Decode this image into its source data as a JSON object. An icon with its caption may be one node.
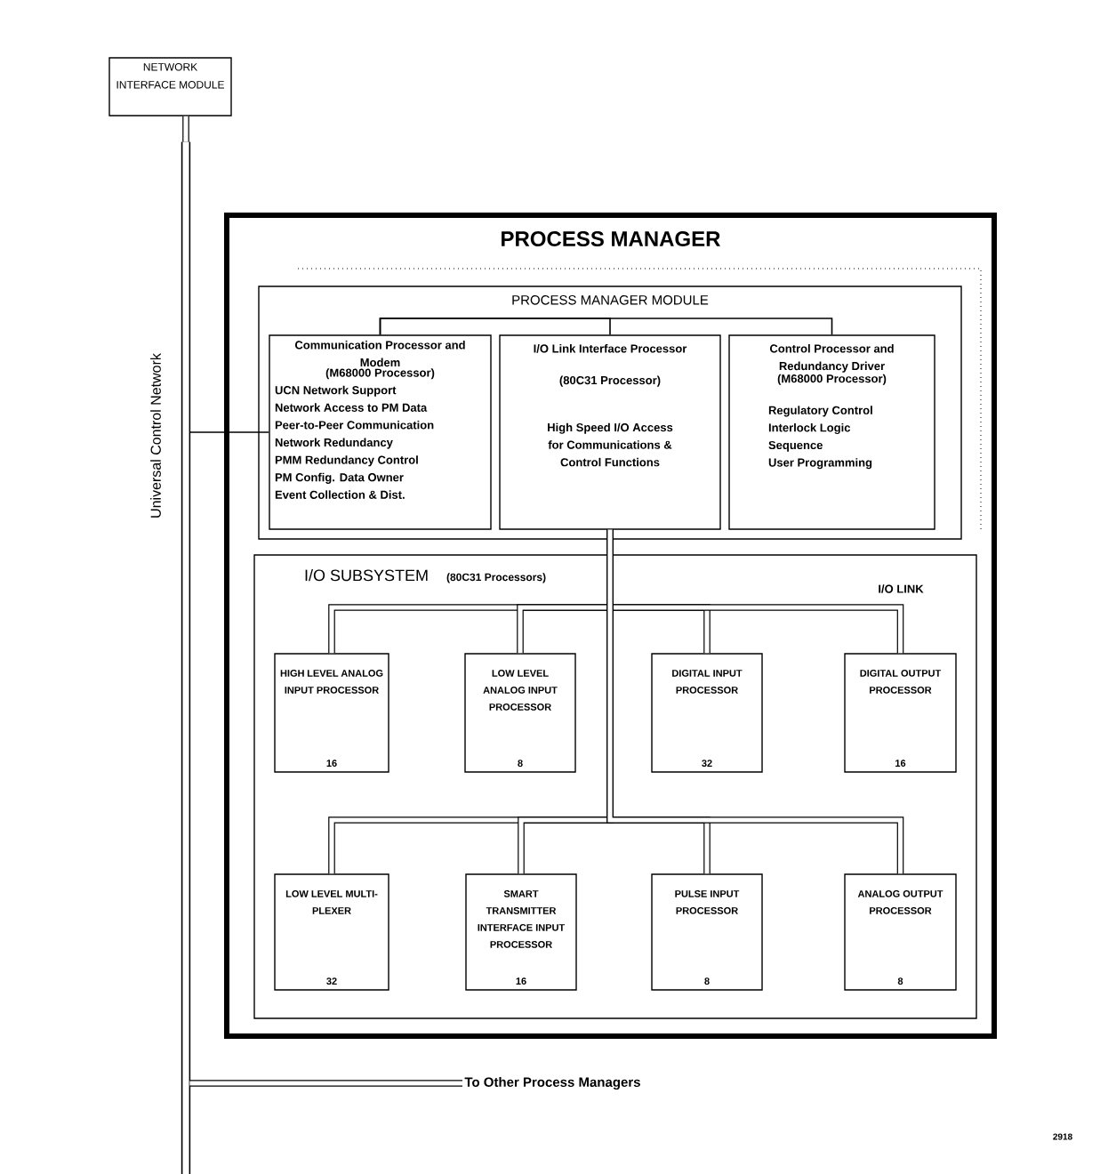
{
  "diagram": {
    "nodes": [
      {
        "text": [
          "NETWORK INTERFACE MODULE"
        ]
      },
      {
        "text": [
          "PROCESS MANAGER"
        ]
      },
      {
        "text": [
          "PROCESS MANAGER MODULE"
        ],
        "in": 1
      },
      {
        "text": [
          "Communication Processor and Modem",
          "(M68000 Processor)",
          "UCN Network Support",
          "Network Access to PM Data",
          "Peer-to-Peer Communication",
          "Network Redundancy",
          "PMM Redundancy Control",
          "PM Config. Data Owner",
          "Event Collection & Dist."
        ],
        "in": 2
      },
      {
        "text": [
          "I/O Link Interface Processor",
          "(80C31 Processor)",
          "High Speed I/O Access for Communications & Control Functions"
        ],
        "in": 2
      },
      {
        "text": [
          "Control Processor and Redundancy Driver",
          "(M68000 Processor)",
          "Regulatory Control",
          "Interlock Logic",
          "Sequence",
          "User Programming"
        ],
        "in": 2
      },
      {
        "text": [
          "I/O SUBSYSTEM",
          "(80C31 Processors)"
        ],
        "in": 1
      },
      {
        "text": [
          "HIGH LEVEL ANALOG INPUT PROCESSOR",
          "16"
        ],
        "in": 6
      },
      {
        "text": [
          "LOW LEVEL ANALOG INPUT PROCESSOR",
          "8"
        ],
        "in": 6
      },
      {
        "text": [
          "DIGITAL INPUT PROCESSOR",
          "32"
        ],
        "in": 6
      },
      {
        "text": [
          "DIGITAL OUTPUT PROCESSOR",
          "16"
        ],
        "in": 6
      },
      {
        "text": [
          "LOW LEVEL MULTI- PLEXER",
          "32"
        ],
        "in": 6
      },
      {
        "text": [
          "SMART TRANSMITTER INTERFACE INPUT PROCESSOR",
          "16"
        ],
        "in": 6
      },
      {
        "text": [
          "PULSE INPUT PROCESSOR",
          "8"
        ],
        "in": 6
      },
      {
        "text": [
          "ANALOG OUTPUT PROCESSOR",
          "8"
        ],
        "in": 6
      },
      {
        "text": [],
        "shape": "bar"
      },
      {
        "text": [
          "To Other Process Managers"
        ]
      }
    ],
    "edges": [
      {
        "from": 0,
        "to": 15,
        "arrow": "none"
      },
      {
        "from": 15,
        "to": 3,
        "arrow": "none"
      },
      {
        "from": 15,
        "to": 16,
        "arrow": "none"
      },
      {
        "from": 3,
        "to": 5,
        "arrow": "none"
      },
      {
        "from": 3,
        "to": 4,
        "arrow": "none"
      },
      {
        "from": 4,
        "to": 7,
        "arrow": "none"
      },
      {
        "from": 4,
        "to": 8,
        "arrow": "none"
      },
      {
        "from": 4,
        "to": 9,
        "arrow": "none"
      },
      {
        "from": 4,
        "to": 10,
        "arrow": "none"
      },
      {
        "from": 4,
        "to": 11,
        "arrow": "none"
      },
      {
        "from": 4,
        "to": 12,
        "arrow": "none"
      },
      {
        "from": 4,
        "to": 13,
        "arrow": "none"
      },
      {
        "from": 4,
        "to": 14,
        "arrow": "none"
      }
    ],
    "labels": [
      "Universal Control Network",
      "I/O LINK",
      "2918"
    ]
  }
}
